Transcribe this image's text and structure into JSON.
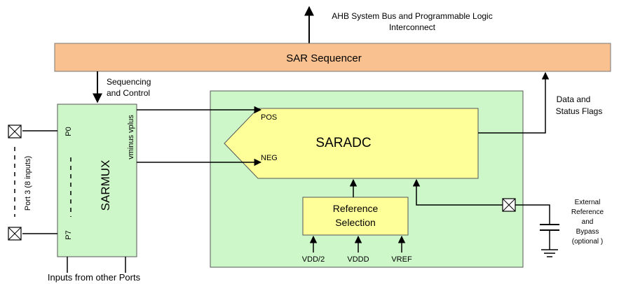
{
  "bus": {
    "line1": "AHB System Bus and Programmable Logic",
    "line2": "Interconnect"
  },
  "sequencer": {
    "label": "SAR Sequencer"
  },
  "seq_control": {
    "line1": "Sequencing",
    "line2": "and Control"
  },
  "data_flags": {
    "line1": "Data and",
    "line2": "Status Flags"
  },
  "sarmux": {
    "label": "SARMUX",
    "p0": "P0",
    "p7": "P7",
    "vplus": "vminus vplus",
    "port_label": "Port 3 (8 inputs)"
  },
  "saradc": {
    "label": "SARADC",
    "pos": "POS",
    "neg": "NEG"
  },
  "reference": {
    "line1": "Reference",
    "line2": "Selection"
  },
  "supplies": [
    "VDD/2",
    "VDDD",
    "VREF"
  ],
  "external": {
    "line1": "External",
    "line2": "Reference",
    "line3": "and",
    "line4": "Bypass",
    "line5": "(optional )"
  },
  "inputs_label": "Inputs from other Ports",
  "colors": {
    "sequencer_fill": "#f9c190",
    "green_fill": "#cdf7c9",
    "yellow_fill": "#ffff99"
  }
}
